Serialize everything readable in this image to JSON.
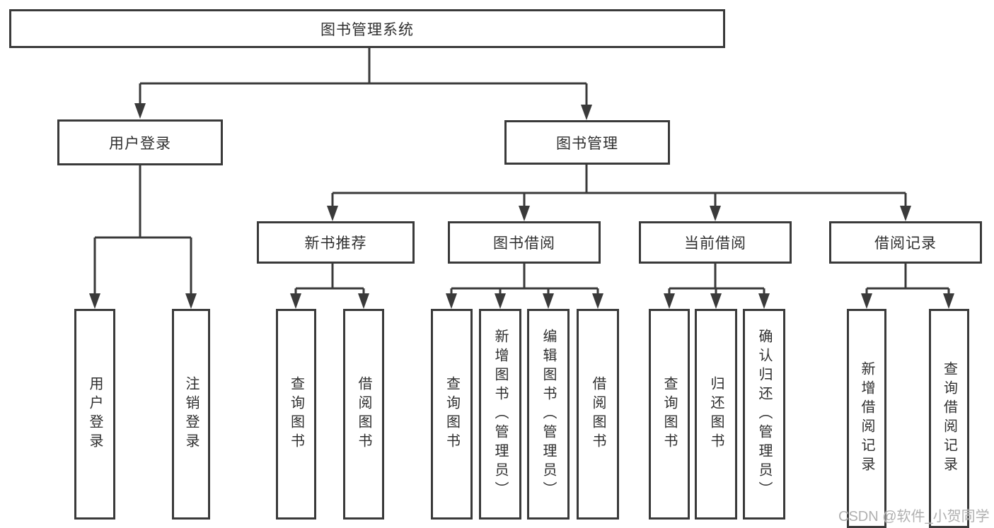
{
  "title": "图书管理系统",
  "watermark": "CSDN @软件_小贺同学",
  "colors": {
    "line": "#3a3a3a",
    "text": "#2f2f2f",
    "background": "#ffffff",
    "watermark": "#b0b0b0"
  },
  "tree": {
    "root": {
      "label": "图书管理系统"
    },
    "branches": [
      {
        "label": "用户登录",
        "children": [
          {
            "label": "用户登录"
          },
          {
            "label": "注销登录"
          }
        ]
      },
      {
        "label": "图书管理",
        "sections": [
          {
            "label": "新书推荐",
            "children": [
              {
                "label": "查询图书"
              },
              {
                "label": "借阅图书"
              }
            ]
          },
          {
            "label": "图书借阅",
            "children": [
              {
                "label": "查询图书"
              },
              {
                "label": "新增图书（管理员）"
              },
              {
                "label": "编辑图书（管理员）"
              },
              {
                "label": "借阅图书"
              }
            ]
          },
          {
            "label": "当前借阅",
            "children": [
              {
                "label": "查询图书"
              },
              {
                "label": "归还图书"
              },
              {
                "label": "确认归还（管理员）"
              }
            ]
          },
          {
            "label": "借阅记录",
            "children": [
              {
                "label": "新增借阅记录"
              },
              {
                "label": "查询借阅记录"
              }
            ]
          }
        ]
      }
    ]
  }
}
